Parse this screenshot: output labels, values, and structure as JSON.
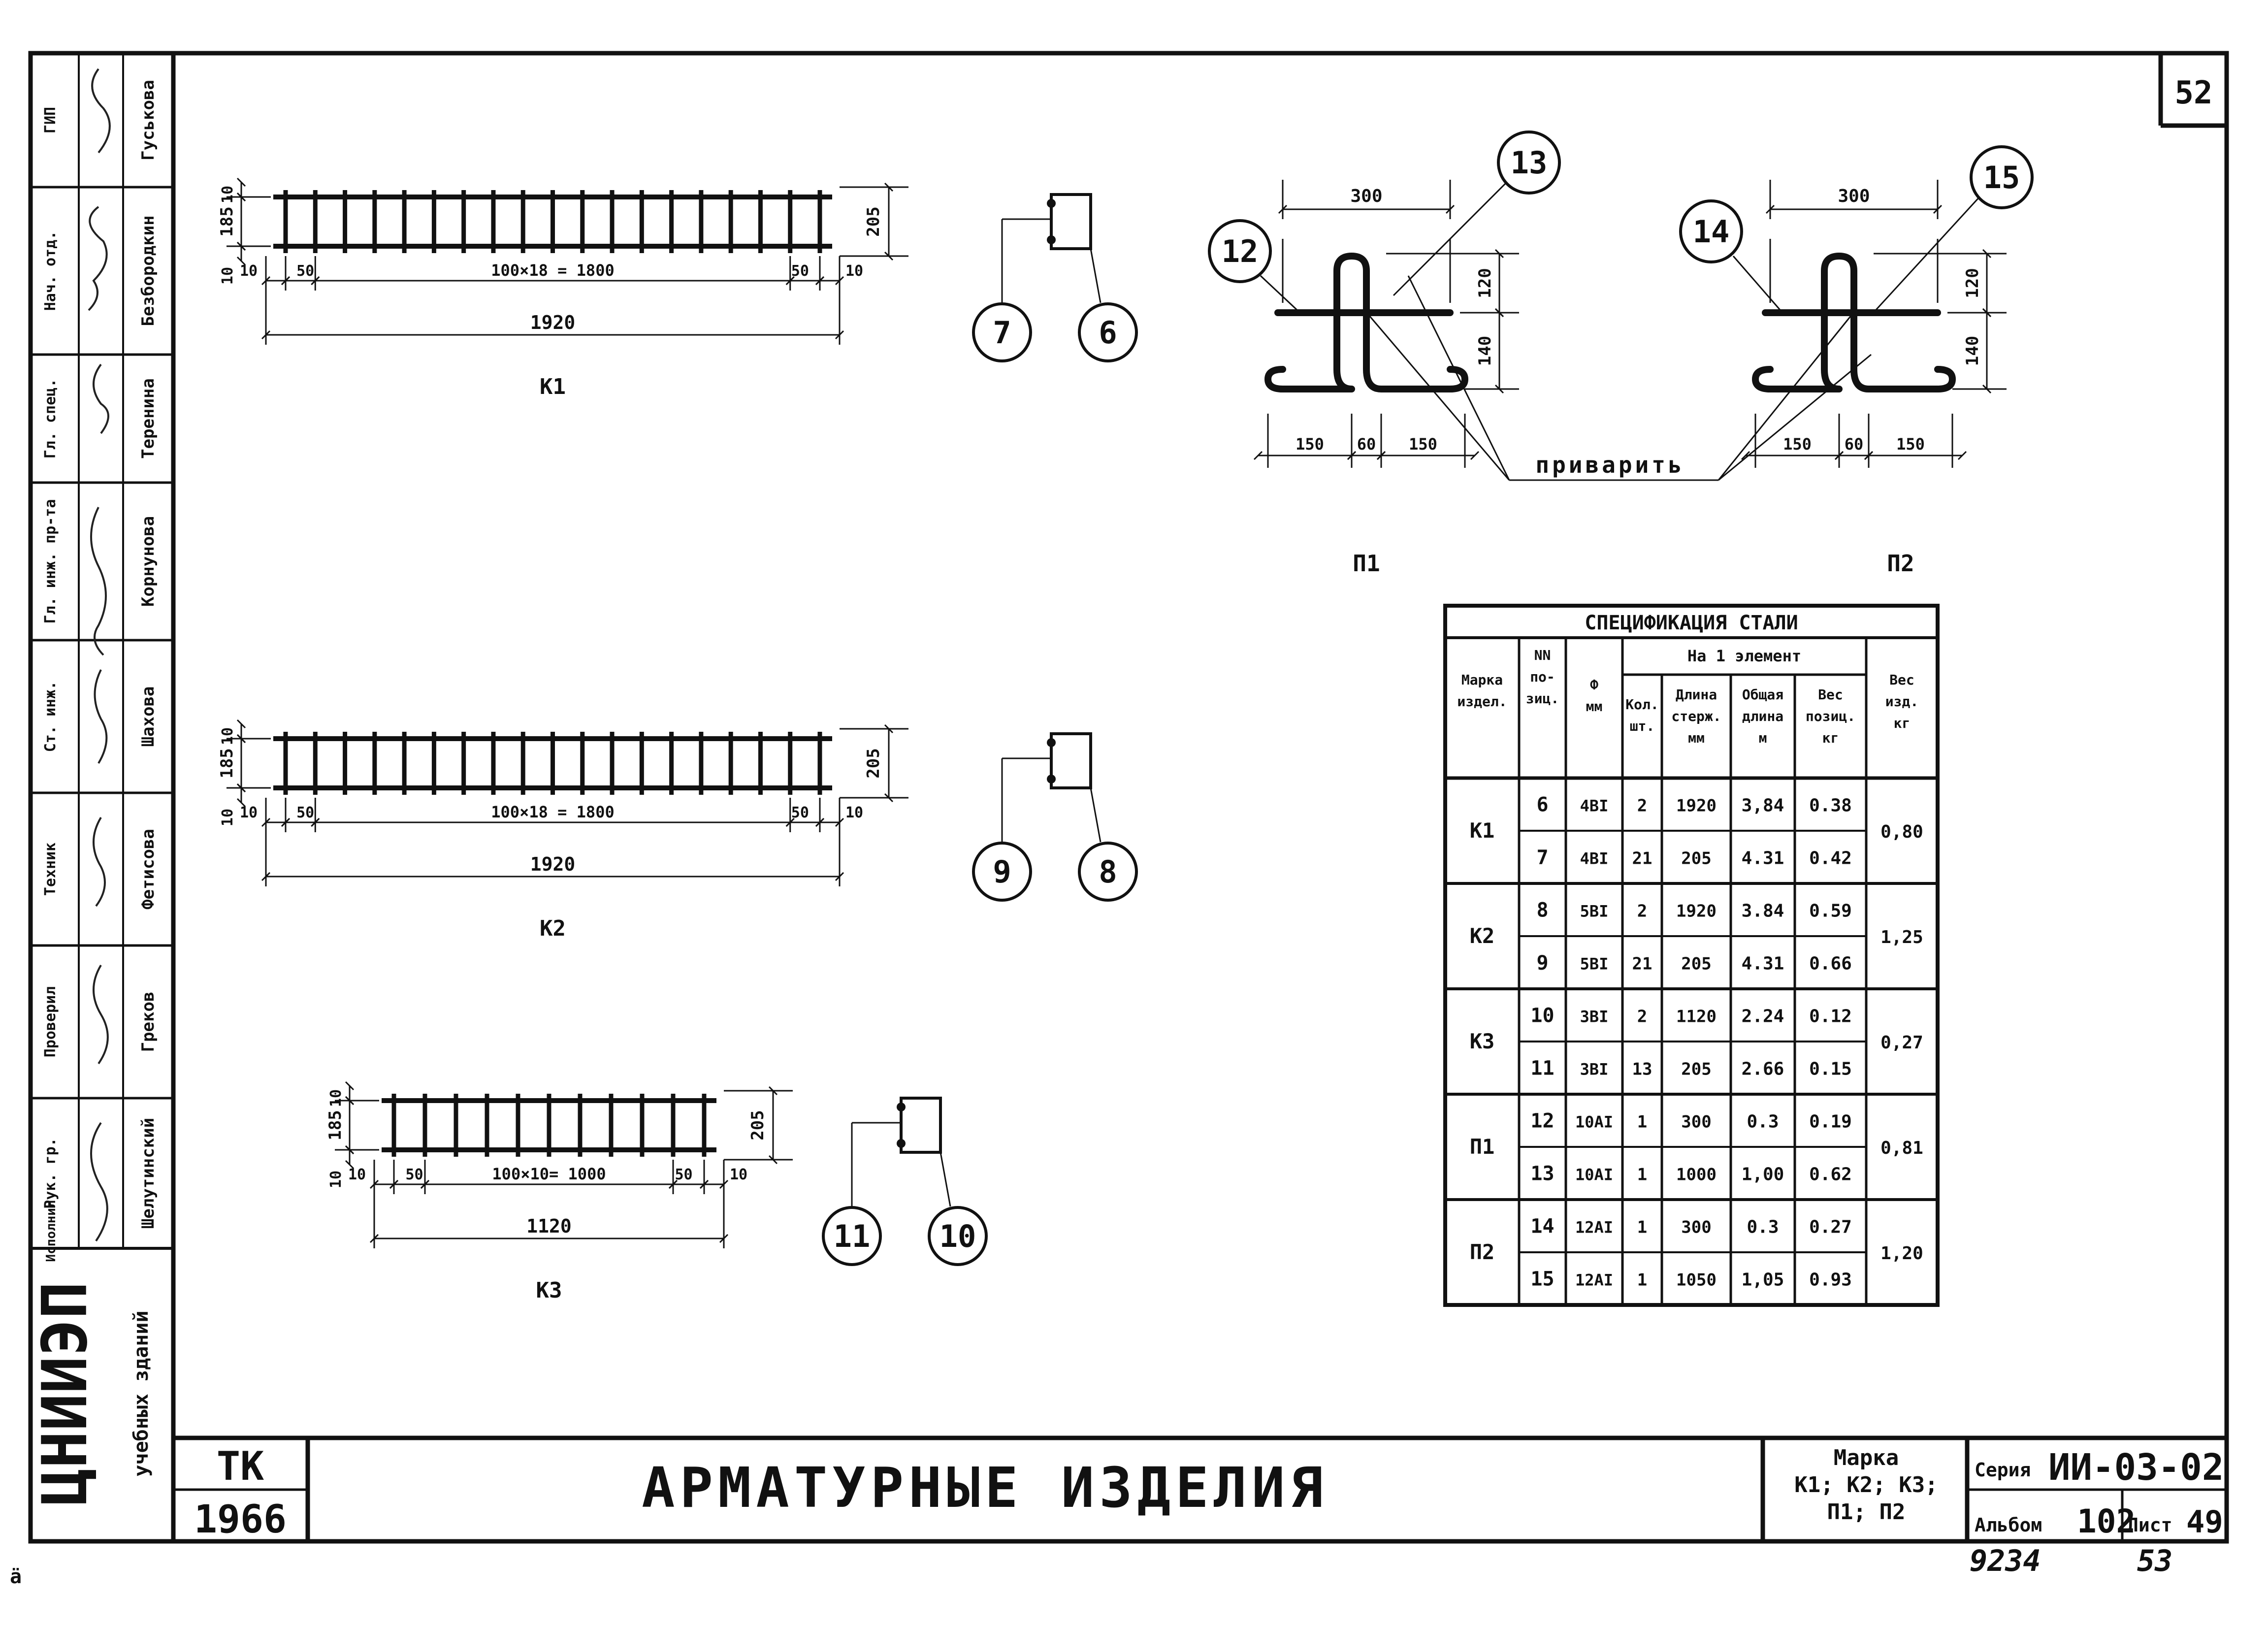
{
  "sheet": {
    "page_number": "52",
    "corner_note": "ä",
    "handwritten_numbers": [
      "9234",
      "53"
    ]
  },
  "side_stamp": {
    "roles": [
      "ГИП",
      "Нач. отд.",
      "Гл. спец.",
      "Гл. инж. пр-та",
      "Ст. инж.",
      "Техник",
      "Проверил",
      "Рук. гр.",
      "Исполнил"
    ],
    "names": [
      "Шелутинский",
      "Греков",
      "Фетисова",
      "Шахова",
      "Корнунова",
      "Теренина",
      "Безбородкин",
      "Гуськова"
    ],
    "org": "ЦНИИЭП",
    "org_sub": "учебных зданий"
  },
  "title_block": {
    "code": "ТК",
    "year": "1966",
    "title": "АРМАТУРНЫЕ ИЗДЕЛИЯ",
    "marka_label": "Марка",
    "marka_line1": "К1; К2; К3;",
    "marka_line2": "П1; П2",
    "series_label": "Серия",
    "series_value": "ИИ-03-02",
    "album_label": "Альбом",
    "album_value": "102",
    "sheet_label": "Лист",
    "sheet_value": "49"
  },
  "drawings": {
    "k1": {
      "label": "К1",
      "spacing": "100×18 = 1800",
      "total": "1920",
      "left_end": "50",
      "right_end": "50",
      "edge_left": "10",
      "edge_right": "10",
      "height": "205",
      "inner_h": "185",
      "top_edge": "10",
      "bottom_edge": "10",
      "positions": [
        "7",
        "6"
      ]
    },
    "k2": {
      "label": "К2",
      "spacing": "100×18 = 1800",
      "total": "1920",
      "left_end": "50",
      "right_end": "50",
      "edge_left": "10",
      "edge_right": "10",
      "height": "205",
      "inner_h": "185",
      "top_edge": "10",
      "bottom_edge": "10",
      "positions": [
        "9",
        "8"
      ]
    },
    "k3": {
      "label": "К3",
      "spacing": "100×10= 1000",
      "total": "1120",
      "left_end": "50",
      "right_end": "50",
      "edge_left": "10",
      "edge_right": "10",
      "height": "205",
      "inner_h": "185",
      "top_edge": "10",
      "bottom_edge": "10",
      "positions": [
        "11",
        "10"
      ]
    },
    "p1": {
      "label": "П1",
      "top_dim": "300",
      "h1": "120",
      "h2": "140",
      "bottom_dims": [
        "150",
        "60",
        "150"
      ],
      "positions": [
        "12",
        "13"
      ]
    },
    "p2": {
      "label": "П2",
      "top_dim": "300",
      "h1": "120",
      "h2": "140",
      "bottom_dims": [
        "150",
        "60",
        "150"
      ],
      "positions": [
        "14",
        "15"
      ]
    },
    "weld_note": "приварить"
  },
  "spec_table": {
    "title": "СПЕЦИФИКАЦИЯ   СТАЛИ",
    "headers": {
      "marka": [
        "Марка",
        "издел."
      ],
      "nn": [
        "NN",
        "по-",
        "зиц."
      ],
      "phi": [
        "Ф",
        "мм"
      ],
      "group": "На 1 элемент",
      "kol": [
        "Кол.",
        "шт."
      ],
      "dlina": [
        "Длина",
        "стерж.",
        "мм"
      ],
      "obsh": [
        "Общая",
        "длина",
        "м"
      ],
      "ves_poz": [
        "Вес",
        "позиц.",
        "кг"
      ],
      "ves": [
        "Вес",
        "изд.",
        "кг"
      ]
    },
    "groups": [
      {
        "marka": "К1",
        "ves": "0,80",
        "rows": [
          {
            "nn": "6",
            "phi": "4ВI",
            "kol": "2",
            "dlina": "1920",
            "obsh": "3,84",
            "ves_poz": "0.38"
          },
          {
            "nn": "7",
            "phi": "4ВI",
            "kol": "21",
            "dlina": "205",
            "obsh": "4.31",
            "ves_poz": "0.42"
          }
        ]
      },
      {
        "marka": "К2",
        "ves": "1,25",
        "rows": [
          {
            "nn": "8",
            "phi": "5ВI",
            "kol": "2",
            "dlina": "1920",
            "obsh": "3.84",
            "ves_poz": "0.59"
          },
          {
            "nn": "9",
            "phi": "5ВI",
            "kol": "21",
            "dlina": "205",
            "obsh": "4.31",
            "ves_poz": "0.66"
          }
        ]
      },
      {
        "marka": "К3",
        "ves": "0,27",
        "rows": [
          {
            "nn": "10",
            "phi": "3ВI",
            "kol": "2",
            "dlina": "1120",
            "obsh": "2.24",
            "ves_poz": "0.12"
          },
          {
            "nn": "11",
            "phi": "3ВI",
            "kol": "13",
            "dlina": "205",
            "obsh": "2.66",
            "ves_poz": "0.15"
          }
        ]
      },
      {
        "marka": "П1",
        "ves": "0,81",
        "rows": [
          {
            "nn": "12",
            "phi": "10АI",
            "kol": "1",
            "dlina": "300",
            "obsh": "0.3",
            "ves_poz": "0.19"
          },
          {
            "nn": "13",
            "phi": "10АI",
            "kol": "1",
            "dlina": "1000",
            "obsh": "1,00",
            "ves_poz": "0.62"
          }
        ]
      },
      {
        "marka": "П2",
        "ves": "1,20",
        "rows": [
          {
            "nn": "14",
            "phi": "12АI",
            "kol": "1",
            "dlina": "300",
            "obsh": "0.3",
            "ves_poz": "0.27"
          },
          {
            "nn": "15",
            "phi": "12АI",
            "kol": "1",
            "dlina": "1050",
            "obsh": "1,05",
            "ves_poz": "0.93"
          }
        ]
      }
    ]
  }
}
